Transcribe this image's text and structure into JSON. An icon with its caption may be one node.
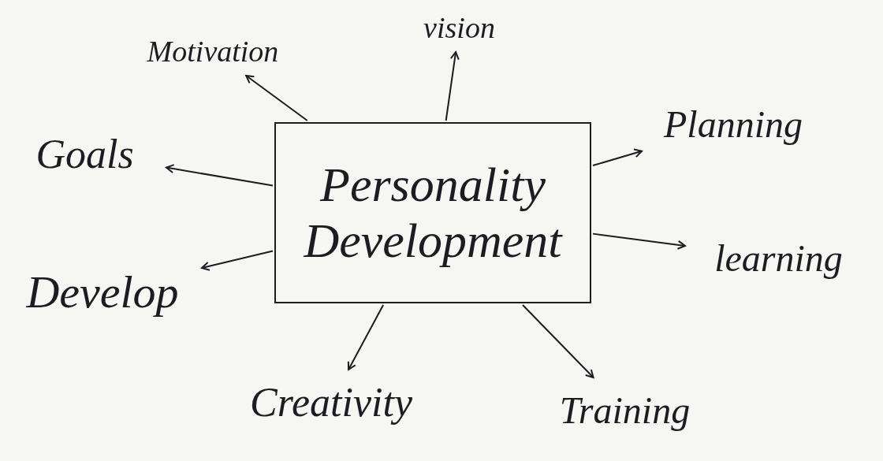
{
  "diagram": {
    "nodes": [
      {
        "text": [
          "Personality Development"
        ]
      },
      {
        "text": [
          "Motivation"
        ]
      },
      {
        "text": [
          "vision"
        ]
      },
      {
        "text": [
          "Goals"
        ]
      },
      {
        "text": [
          "Planning"
        ]
      },
      {
        "text": [
          "Develop"
        ]
      },
      {
        "text": [
          "learning"
        ]
      },
      {
        "text": [
          "Creativity"
        ]
      },
      {
        "text": [
          "Training"
        ]
      }
    ],
    "edges": [
      {
        "from": 0,
        "to": 1,
        "arrow": "to"
      },
      {
        "from": 0,
        "to": 2,
        "arrow": "to"
      },
      {
        "from": 0,
        "to": 3,
        "arrow": "to"
      },
      {
        "from": 0,
        "to": 4,
        "arrow": "to"
      },
      {
        "from": 0,
        "to": 5,
        "arrow": "to"
      },
      {
        "from": 0,
        "to": 6,
        "arrow": "to"
      },
      {
        "from": 0,
        "to": 7,
        "arrow": "to"
      },
      {
        "from": 0,
        "to": 8,
        "arrow": "to"
      }
    ]
  }
}
